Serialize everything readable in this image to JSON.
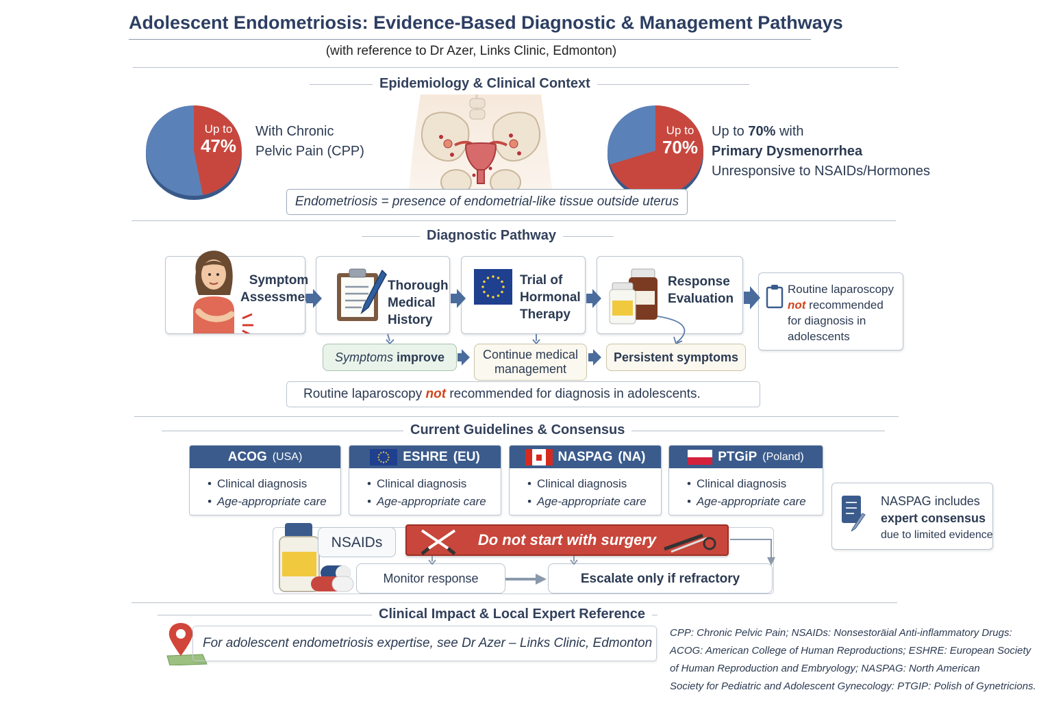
{
  "header": {
    "title": "Adolescent Endometriosis: Evidence-Based Diagnostic & Management Pathways",
    "subtitle": "(with reference to Dr Azer, Links Clinic, Edmonton)"
  },
  "colors": {
    "navy": "#3b5b8c",
    "red": "#c8463b",
    "pie_blue": "#5b82b8",
    "pie_red": "#c7473e"
  },
  "epidemiology": {
    "heading": "Epidemiology & Clinical Context",
    "pie1": {
      "prefix": "Up to",
      "value_text": "47%",
      "fraction": 0.47,
      "label_line1": "With Chronic",
      "label_line2": "Pelvic Pain (CPP)"
    },
    "pie2": {
      "prefix": "Up to",
      "value_text": "70%",
      "fraction": 0.7,
      "label_line1_pre": "Up to ",
      "label_line1_bold": "70%",
      "label_line1_post": " with",
      "label_line2": "Primary Dysmenorrhea",
      "label_line3": "Unresponsive to NSAIDs/Hormones"
    },
    "definition": "Endometriosis = presence of endometrial-like tissue outside uterus"
  },
  "diagnostic": {
    "heading": "Diagnostic Pathway",
    "steps": [
      {
        "lines": [
          "Symptom",
          "Assessment"
        ],
        "icon": "patient-with-pain-icon"
      },
      {
        "lines": [
          "Thorough",
          "Medical",
          "History"
        ],
        "icon": "clipboard-pen-icon"
      },
      {
        "lines": [
          "Trial of",
          "Hormonal",
          "Therapy"
        ],
        "icon": "eu-flag-icon"
      },
      {
        "lines": [
          "Response",
          "Evaluation"
        ],
        "icon": "medicine-bottles-icon"
      }
    ],
    "side_note": {
      "line1": "Routine laparoscopy",
      "not": "not",
      "line2": " recommended",
      "line3": "for diagnosis in",
      "line4": "adolescents",
      "icon": "clipboard-icon"
    },
    "outcomes": {
      "improve_italic": "Symptoms",
      "improve_bold": " improve",
      "continue_line1": "Continue medical",
      "continue_line2": "management",
      "persistent": "Persistent symptoms"
    },
    "note": {
      "pre": "Routine laparoscopy ",
      "not": "not",
      "post": " recommended for diagnosis in adolescents."
    }
  },
  "guidelines": {
    "heading": "Current Guidelines & Consensus",
    "cards": [
      {
        "name": "ACOG",
        "region": "(USA)",
        "flag": "",
        "items": [
          "Clinical diagnosis",
          "Age-appropriate care"
        ]
      },
      {
        "name": "ESHRE",
        "region": "(EU)",
        "flag": "eu-flag-icon",
        "items": [
          "Clinical diagnosis",
          "Age-appropriate care"
        ]
      },
      {
        "name": "NASPAG",
        "region": "(NA)",
        "flag": "canada-flag-icon",
        "items": [
          "Clinical diagnosis",
          "Age-appropriate care"
        ]
      },
      {
        "name": "PTGiP",
        "region": "(Poland)",
        "flag": "poland-flag-icon",
        "items": [
          "Clinical diagnosis",
          "Age-appropriate care"
        ]
      }
    ],
    "naspag_note": {
      "line1": "NASPAG includes",
      "line2": "expert consensus",
      "line3": "due to limited evidence"
    },
    "management": {
      "nsaids": "NSAIDs",
      "surgery_warning": "Do not start with surgery",
      "monitor": "Monitor response",
      "escalate": "Escalate only if refractory"
    }
  },
  "impact": {
    "heading": "Clinical Impact & Local Expert Reference",
    "reference": "For adolescent endometriosis expertise, see Dr Azer – Links Clinic, Edmonton",
    "abbreviations": [
      "CPP: Chronic Pelvic Pain; NSAIDs: Nonsestoräial Anti-inflammatory Drugs:",
      "ACOG: American College of Human Reproductions; ESHRE: European Society",
      "of Human Reproduction and Embryology; NASPAG: North American",
      "Society for Pediatric and Adolescent Gynecology: PTGIP: Polish of Gynetricions."
    ]
  }
}
